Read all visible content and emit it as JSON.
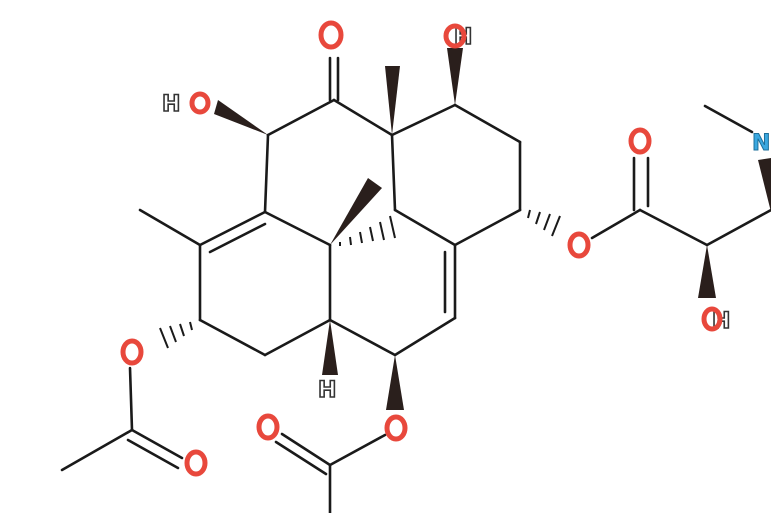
{
  "diagram": {
    "atom_labels": {
      "ketone_o": "O",
      "hydroxyl_left": "HO",
      "hydroxyl_top": "OH",
      "hydroxyl_side_chain": "OH",
      "hydrogen_ring": "H",
      "ester_o_left": "O",
      "acetate_left_carbonyl_o": "O",
      "ester_o_bottom": "O",
      "acetate_bottom_carbonyl_o": "O",
      "ester_o_right": "O",
      "side_chain_carbonyl_o": "O",
      "nitrogen": "N"
    },
    "colors": {
      "oxygen": "#e8483c",
      "nitrogen": "#3aa8e0",
      "bond": "#1a1a1a",
      "hydrogen": "#333333"
    }
  }
}
